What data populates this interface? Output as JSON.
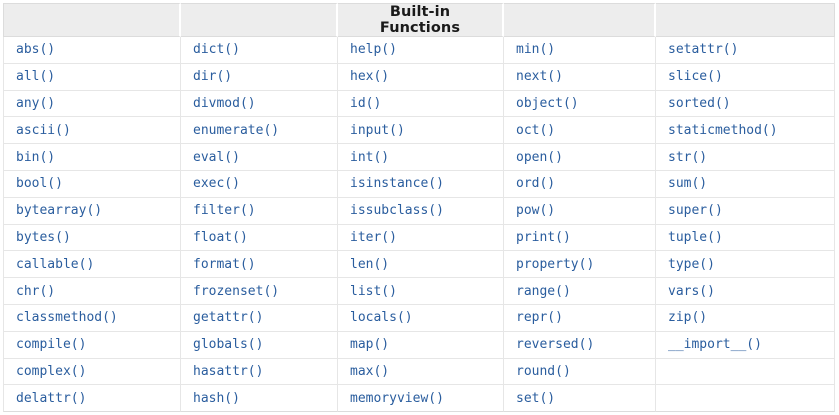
{
  "table": {
    "caption": "Built-in Functions",
    "header_column_index": 2,
    "colors": {
      "link_text": "#2a5d9e",
      "header_background": "#ededed",
      "header_text": "#1a1a1a",
      "grid_line": "#e6e6e6",
      "page_background": "#ffffff"
    },
    "headers": [
      "",
      "",
      "Built-in Functions",
      "",
      ""
    ],
    "columns": 5,
    "row_count": 14,
    "rows": [
      [
        "abs()",
        "dict()",
        "help()",
        "min()",
        "setattr()"
      ],
      [
        "all()",
        "dir()",
        "hex()",
        "next()",
        "slice()"
      ],
      [
        "any()",
        "divmod()",
        "id()",
        "object()",
        "sorted()"
      ],
      [
        "ascii()",
        "enumerate()",
        "input()",
        "oct()",
        "staticmethod()"
      ],
      [
        "bin()",
        "eval()",
        "int()",
        "open()",
        "str()"
      ],
      [
        "bool()",
        "exec()",
        "isinstance()",
        "ord()",
        "sum()"
      ],
      [
        "bytearray()",
        "filter()",
        "issubclass()",
        "pow()",
        "super()"
      ],
      [
        "bytes()",
        "float()",
        "iter()",
        "print()",
        "tuple()"
      ],
      [
        "callable()",
        "format()",
        "len()",
        "property()",
        "type()"
      ],
      [
        "chr()",
        "frozenset()",
        "list()",
        "range()",
        "vars()"
      ],
      [
        "classmethod()",
        "getattr()",
        "locals()",
        "repr()",
        "zip()"
      ],
      [
        "compile()",
        "globals()",
        "map()",
        "reversed()",
        "__import__()"
      ],
      [
        "complex()",
        "hasattr()",
        "max()",
        "round()",
        ""
      ],
      [
        "delattr()",
        "hash()",
        "memoryview()",
        "set()",
        ""
      ]
    ]
  }
}
